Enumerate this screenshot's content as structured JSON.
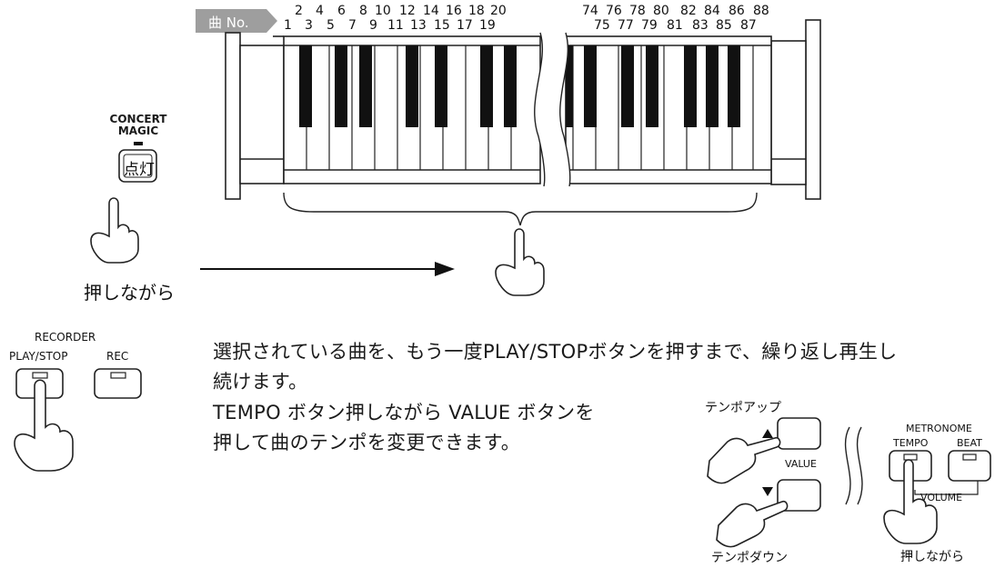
{
  "song_tag": {
    "label": "曲 No."
  },
  "song_numbers": {
    "left_upper": [
      "2",
      "4",
      "6",
      "8",
      "10",
      "12",
      "14",
      "16",
      "18",
      "20"
    ],
    "left_lower": [
      "1",
      "3",
      "5",
      "7",
      "9",
      "11",
      "13",
      "15",
      "17",
      "19"
    ],
    "right_upper": [
      "74",
      "76",
      "78",
      "80",
      "82",
      "84",
      "86",
      "88"
    ],
    "right_lower": [
      "75",
      "77",
      "79",
      "81",
      "83",
      "85",
      "87"
    ]
  },
  "concert_magic": {
    "line1": "CONCERT",
    "line2": "MAGIC",
    "button_label": "点灯"
  },
  "hold_label_left": "押しながら",
  "recorder": {
    "title": "RECORDER",
    "play_stop": "PLAY/STOP",
    "rec": "REC"
  },
  "description": {
    "line1": "選択されている曲を、もう一度PLAY/STOPボタンを押すまで、繰り返し再生し",
    "line2": "続けます。",
    "line3": "TEMPO ボタン押しながら VALUE ボタンを",
    "line4": "押して曲のテンポを変更できます。"
  },
  "value_panel": {
    "tempo_up": "テンポアップ",
    "value": "VALUE",
    "tempo_down": "テンポダウン"
  },
  "metronome": {
    "title": "METRONOME",
    "tempo": "TEMPO",
    "beat": "BEAT",
    "volume": "VOLUME",
    "hold_label": "押しながら"
  }
}
